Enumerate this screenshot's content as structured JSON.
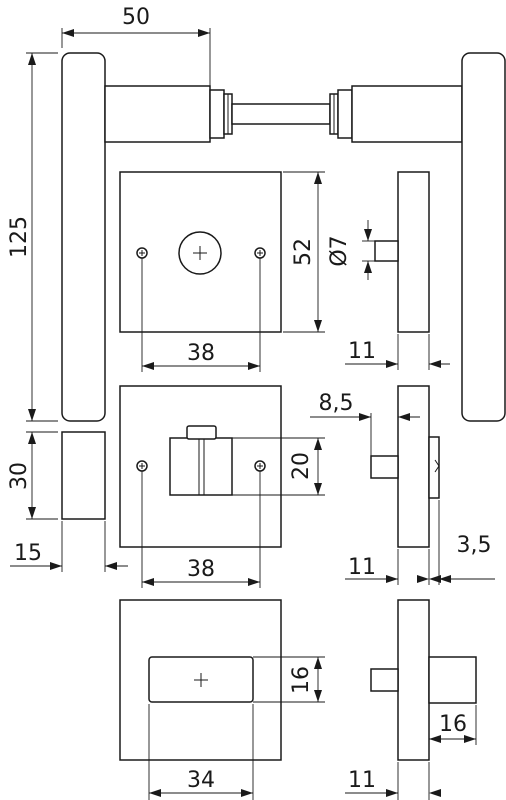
{
  "drawing": {
    "dimensions": {
      "lever_projection": "50",
      "lever_length": "125",
      "rose_height": "52",
      "spindle_diameter": "Ø7",
      "rose_hole_spacing": "38",
      "rose_thickness": "11",
      "lever_width": "30",
      "lever_thickness": "15",
      "wc_offset": "8,5",
      "wc_window_height": "20",
      "wc_hole_spacing": "38",
      "wc_thickness": "11",
      "wc_pin": "3,5",
      "key_slot_height": "16",
      "key_slot_width": "34",
      "key_rose_thickness": "11",
      "key_depth": "16"
    }
  }
}
